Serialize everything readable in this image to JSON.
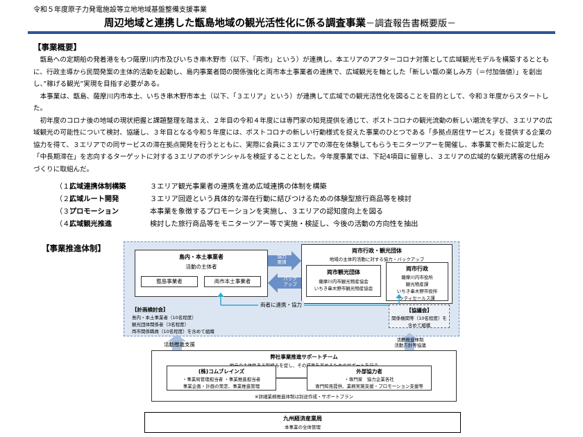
{
  "header": {
    "program": "令和５年度原子力発電施設等立地地域基盤整備支援事業",
    "title": "周辺地域と連携した甑島地域の観光活性化に係る調査事業",
    "subtitle": "－調査報告書概要版－"
  },
  "overview": {
    "heading": "【事業概要】",
    "paragraphs": [
      "甑島への定期船の発着港をもつ薩摩川内市及びいちき串木野市（以下、「両市」という）が連携し、本エリアのアフターコロナ対策として広域観光モデルを構築するとともに、行政主導から民間発案の主体的活動を起動し、島内事業者間の関係強化と両市本土事業者の連携で、広域観光を軸とした「新しい甑の楽しみ方（＝付加価値）」を創出し、”稼げる観光”実現を目指す必要がある。",
      "本事業は、甑島、薩摩川内市本土、いちき串木野市本土（以下、「３エリア」という）が連携して広域での観光活性化を図ることを目的として、令和３年度からスタートした。",
      "初年度のコロナ後の地域の現状把握と課題整理を踏まえ、２年目の令和４年度には専門家の知見提供を通じて、ポストコロナの観光流動の新しい潮流を学び、３エリアの広域観光の可能性について検討、協議し、３年目となる令和５年度には、ポストコロナの新しい行動様式を捉えた事業のひとつである「多拠点居住サービス」を提供する企業の協力を得て、３エリアでの同サービスの滞在拠点開発を行うとともに、実際に会員に３エリアでの滞在を体験してもらうモニターツアーを開催し、本事業で新たに設定した「中長期滞在」を志向するターゲットに対する３エリアのポテンシャルを検証することとした。今年度事業では、下記4項目に留意し、３エリアの広域的な観光誘客の仕組みづくりに取組んだ。"
    ]
  },
  "items": [
    {
      "num": "（１）",
      "name": "広域連携体制構築",
      "desc": "３エリア観光事業者の連携を進め広域連携の体制を構築"
    },
    {
      "num": "（２）",
      "name": "広域ルート開発",
      "desc": "３エリア回遊という具体的な滞在行動に結びつけるための体験型旅行商品等を検討"
    },
    {
      "num": "（３）",
      "name": "プロモーション",
      "desc": "本事業を象徴するプロモーションを実施し、３エリアの認知度向上を図る"
    },
    {
      "num": "（４）",
      "name": "広域観光推進",
      "desc": "検討した旅行商品等をモニターツアー等で実施・検証し、今後の活動の方向性を抽出"
    }
  ],
  "structure": {
    "heading": "【事業推進体制】",
    "island": {
      "title": "島内・本土事業者",
      "subtitle": "活動の主体者",
      "left": "甑島事業者",
      "right": "両市本土事業者"
    },
    "arrow_right": "協力\n要請",
    "arrow_left": "バック\nアップ",
    "govt": {
      "title": "両市行政・観光団体",
      "subtitle": "地域の主体的活動に対する協力・バックアップ"
    },
    "tourism": {
      "title": "両市観光団体",
      "lines": [
        "薩摩川内市観光物産協会",
        "いちき串木野市観光物産協会"
      ]
    },
    "admin": {
      "title": "両市行政",
      "lines": [
        "薩摩川内市役所",
        "観光物産課",
        "いちき串木野市役所",
        "シティセールス課"
      ]
    },
    "mutual": "両者に連携・協力",
    "planning": {
      "title": "【計画検討会】",
      "lines": [
        "島内・本土事業者（10名程度）",
        "観光団体関係者（3名程度）",
        "両市関係職員（10名程度）を含めて組織"
      ]
    },
    "council": {
      "title": "【協議会】",
      "lines": [
        "関係機関等（10名程度）を",
        "含めて組織"
      ]
    },
    "support_left": "活動推進支援",
    "support_right": "活動推進体制\n活動方針等協議",
    "team": {
      "title": "弊社事業推進サポートチーム",
      "subtitle": "地元の主体性ある取組みを促し、その成果を高めるためのサポートを行う",
      "left_title": "(株)コムブレインズ",
      "left_lines": [
        "・事業局管理担当者 ・事業推進担当者",
        "事業企画・計画の策定、事業推進管理"
      ],
      "right_title": "外部協力者",
      "right_lines": [
        "・専門家　協力企業各社",
        "専門知見提供、業務実施支援・プロモーション支援等"
      ],
      "note": "※詳細業務推進体制は別途作成・サポートプラン"
    },
    "bureau": {
      "title": "九州経済産業局",
      "subtitle": "本事業の全体管理"
    }
  }
}
